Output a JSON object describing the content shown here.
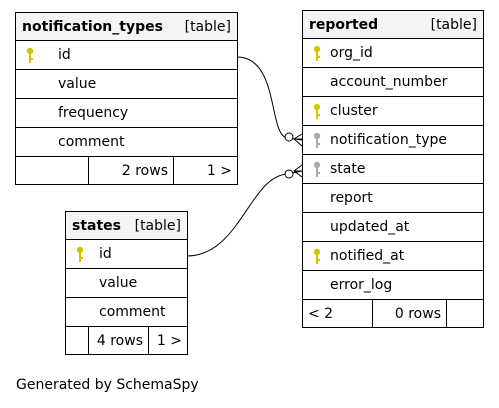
{
  "tables": {
    "notification_types": {
      "name": "notification_types",
      "type": "[table]",
      "columns": [
        {
          "name": "id",
          "key": "pk"
        },
        {
          "name": "value",
          "key": ""
        },
        {
          "name": "frequency",
          "key": ""
        },
        {
          "name": "comment",
          "key": ""
        }
      ],
      "footer": {
        "rows": "2 rows",
        "next": "1 >"
      }
    },
    "reported": {
      "name": "reported",
      "type": "[table]",
      "columns": [
        {
          "name": "org_id",
          "key": "pk"
        },
        {
          "name": "account_number",
          "key": ""
        },
        {
          "name": "cluster",
          "key": "pk"
        },
        {
          "name": "notification_type",
          "key": "fk"
        },
        {
          "name": "state",
          "key": "fk"
        },
        {
          "name": "report",
          "key": ""
        },
        {
          "name": "updated_at",
          "key": ""
        },
        {
          "name": "notified_at",
          "key": "pk"
        },
        {
          "name": "error_log",
          "key": ""
        }
      ],
      "footer": {
        "prev": "< 2",
        "rows": "0 rows"
      }
    },
    "states": {
      "name": "states",
      "type": "[table]",
      "columns": [
        {
          "name": "id",
          "key": "pk"
        },
        {
          "name": "value",
          "key": ""
        },
        {
          "name": "comment",
          "key": ""
        }
      ],
      "footer": {
        "rows": "4 rows",
        "next": "1 >"
      }
    }
  },
  "colors": {
    "pk_key": "#d4c400",
    "fk_key": "#aaaaaa",
    "header_bg": "#f4f4f4",
    "line": "#000000"
  },
  "footer_text": "Generated by SchemaSpy"
}
